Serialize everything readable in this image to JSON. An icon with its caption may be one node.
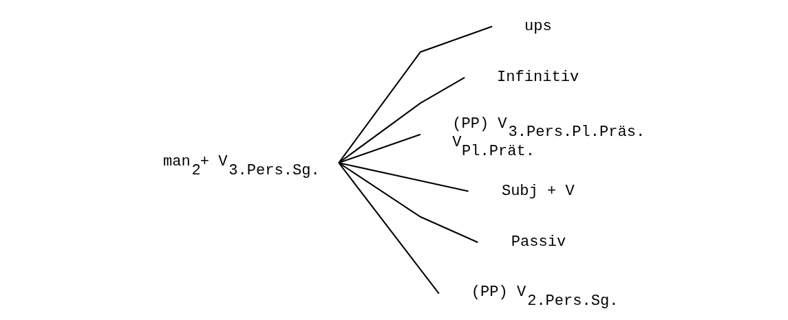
{
  "diagram": {
    "nodes": [
      {
        "text": [
          "man$_{2}$+ V$_{3.Pers.Sg.}$"
        ]
      },
      {
        "text": [
          "ups"
        ]
      },
      {
        "text": [
          "Infinitiv"
        ]
      },
      {
        "text": [
          "(PP) V$_{3.Pers.Pl.Präs.}$",
          "V$_{Pl.Prät.}$"
        ]
      },
      {
        "text": [
          "Subj + V"
        ]
      },
      {
        "text": [
          "Passiv"
        ]
      },
      {
        "text": [
          "(PP) V$_{2.Pers.Sg.}$"
        ]
      }
    ],
    "edges": [
      {
        "from": 0,
        "to": 1,
        "arrow": "none"
      },
      {
        "from": 0,
        "to": 2,
        "arrow": "none"
      },
      {
        "from": 0,
        "to": 3,
        "arrow": "none"
      },
      {
        "from": 0,
        "to": 4,
        "arrow": "none"
      },
      {
        "from": 0,
        "to": 5,
        "arrow": "none"
      },
      {
        "from": 0,
        "to": 6,
        "arrow": "none"
      }
    ]
  }
}
